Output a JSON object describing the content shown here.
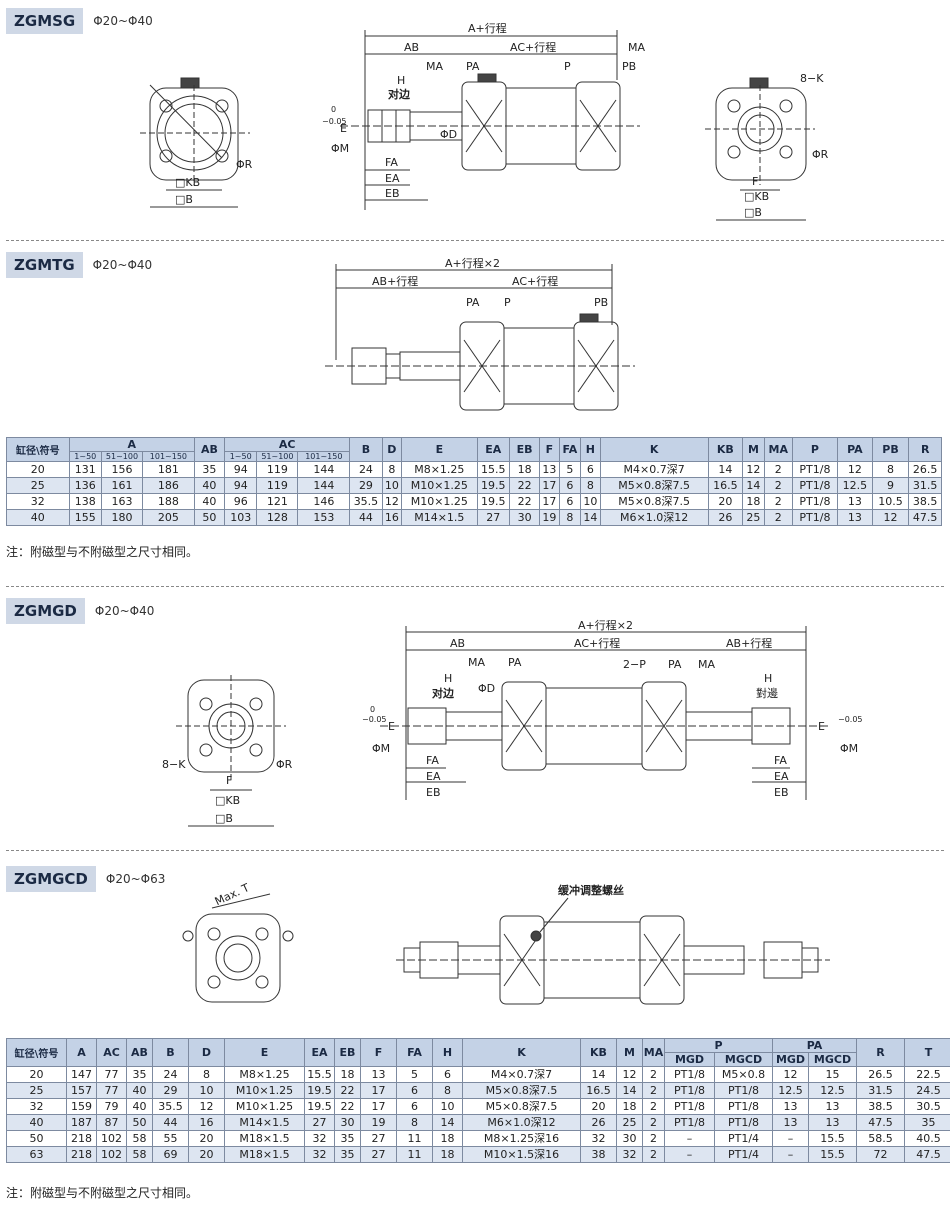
{
  "s1": {
    "model": "ZGMSG",
    "range": "Φ20~Φ40",
    "labels": {
      "A": "A+行程",
      "AB": "AB",
      "AC": "AC+行程",
      "MA": "MA",
      "PA": "PA",
      "P": "P",
      "PB": "PB",
      "H": "H",
      "duibian": "对边",
      "E": "E",
      "phiM": "ΦM",
      "phiD": "ΦD",
      "FA": "FA",
      "EA": "EA",
      "EB": "EB",
      "KB": "□KB",
      "B": "□B",
      "R": "ΦR",
      "K": "8−K",
      "F": "F",
      "tolT": "0",
      "tolB": "−0.05"
    }
  },
  "s2": {
    "model": "ZGMTG",
    "range": "Φ20~Φ40",
    "labels": {
      "A": "A+行程×2",
      "AB": "AB+行程",
      "AC": "AC+行程",
      "PA": "PA",
      "P": "P",
      "PB": "PB"
    }
  },
  "table1": {
    "headers": {
      "bore": "缸径\\符号",
      "A": "A",
      "AB": "AB",
      "AC": "AC",
      "B": "B",
      "D": "D",
      "E": "E",
      "EA": "EA",
      "EB": "EB",
      "F": "F",
      "FA": "FA",
      "H": "H",
      "K": "K",
      "KB": "KB",
      "M": "M",
      "MA": "MA",
      "P": "P",
      "PA": "PA",
      "PB": "PB",
      "R": "R"
    },
    "sub": [
      "1~50",
      "51~100",
      "101~150",
      "1~50",
      "51~100",
      "101~150"
    ],
    "rows": [
      [
        "20",
        "131",
        "156",
        "181",
        "35",
        "94",
        "119",
        "144",
        "24",
        "8",
        "M8×1.25",
        "15.5",
        "18",
        "13",
        "5",
        "6",
        "M4×0.7深7",
        "14",
        "12",
        "2",
        "PT1/8",
        "12",
        "8",
        "26.5"
      ],
      [
        "25",
        "136",
        "161",
        "186",
        "40",
        "94",
        "119",
        "144",
        "29",
        "10",
        "M10×1.25",
        "19.5",
        "22",
        "17",
        "6",
        "8",
        "M5×0.8深7.5",
        "16.5",
        "14",
        "2",
        "PT1/8",
        "12.5",
        "9",
        "31.5"
      ],
      [
        "32",
        "138",
        "163",
        "188",
        "40",
        "96",
        "121",
        "146",
        "35.5",
        "12",
        "M10×1.25",
        "19.5",
        "22",
        "17",
        "6",
        "10",
        "M5×0.8深7.5",
        "20",
        "18",
        "2",
        "PT1/8",
        "13",
        "10.5",
        "38.5"
      ],
      [
        "40",
        "155",
        "180",
        "205",
        "50",
        "103",
        "128",
        "153",
        "44",
        "16",
        "M14×1.5",
        "27",
        "30",
        "19",
        "8",
        "14",
        "M6×1.0深12",
        "26",
        "25",
        "2",
        "PT1/8",
        "13",
        "12",
        "47.5"
      ]
    ],
    "note": "注：附磁型与不附磁型之尺寸相同。"
  },
  "s3": {
    "model": "ZGMGD",
    "range": "Φ20~Φ40",
    "labels": {
      "A": "A+行程×2",
      "AB": "AB",
      "AC": "AC+行程",
      "AB2": "AB+行程",
      "MA": "MA",
      "PA": "PA",
      "P2": "2−P",
      "H": "H",
      "duibian": "对边",
      "duibian2": "對邊",
      "phiD": "ΦD",
      "phiM": "ΦM",
      "tolT": "0",
      "tolB": "−0.05",
      "E": "E",
      "FA": "FA",
      "EA": "EA",
      "EB": "EB",
      "K": "8−K",
      "R": "ΦR",
      "F": "F",
      "KB": "□KB",
      "B": "□B"
    }
  },
  "s4": {
    "model": "ZGMGCD",
    "range": "Φ20~Φ63",
    "labels": {
      "T": "Max. T",
      "screw": "缓冲调整螺丝"
    }
  },
  "table2": {
    "headers": {
      "bore": "缸径\\符号",
      "A": "A",
      "AC": "AC",
      "AB": "AB",
      "B": "B",
      "D": "D",
      "E": "E",
      "EA": "EA",
      "EB": "EB",
      "F": "F",
      "FA": "FA",
      "H": "H",
      "K": "K",
      "KB": "KB",
      "M": "M",
      "MA": "MA",
      "P": "P",
      "PA": "PA",
      "MGD": "MGD",
      "MGCD": "MGCD",
      "R": "R",
      "T": "T"
    },
    "rows": [
      [
        "20",
        "147",
        "77",
        "35",
        "24",
        "8",
        "M8×1.25",
        "15.5",
        "18",
        "13",
        "5",
        "6",
        "M4×0.7深7",
        "14",
        "12",
        "2",
        "PT1/8",
        "M5×0.8",
        "12",
        "15",
        "26.5",
        "22.5"
      ],
      [
        "25",
        "157",
        "77",
        "40",
        "29",
        "10",
        "M10×1.25",
        "19.5",
        "22",
        "17",
        "6",
        "8",
        "M5×0.8深7.5",
        "16.5",
        "14",
        "2",
        "PT1/8",
        "PT1/8",
        "12.5",
        "12.5",
        "31.5",
        "24.5"
      ],
      [
        "32",
        "159",
        "79",
        "40",
        "35.5",
        "12",
        "M10×1.25",
        "19.5",
        "22",
        "17",
        "6",
        "10",
        "M5×0.8深7.5",
        "20",
        "18",
        "2",
        "PT1/8",
        "PT1/8",
        "13",
        "13",
        "38.5",
        "30.5"
      ],
      [
        "40",
        "187",
        "87",
        "50",
        "44",
        "16",
        "M14×1.5",
        "27",
        "30",
        "19",
        "8",
        "14",
        "M6×1.0深12",
        "26",
        "25",
        "2",
        "PT1/8",
        "PT1/8",
        "13",
        "13",
        "47.5",
        "35"
      ],
      [
        "50",
        "218",
        "102",
        "58",
        "55",
        "20",
        "M18×1.5",
        "32",
        "35",
        "27",
        "11",
        "18",
        "M8×1.25深16",
        "32",
        "30",
        "2",
        "–",
        "PT1/4",
        "–",
        "15.5",
        "58.5",
        "40.5"
      ],
      [
        "63",
        "218",
        "102",
        "58",
        "69",
        "20",
        "M18×1.5",
        "32",
        "35",
        "27",
        "11",
        "18",
        "M10×1.5深16",
        "38",
        "32",
        "2",
        "–",
        "PT1/4",
        "–",
        "15.5",
        "72",
        "47.5"
      ]
    ],
    "note": "注：附磁型与不附磁型之尺寸相同。"
  }
}
